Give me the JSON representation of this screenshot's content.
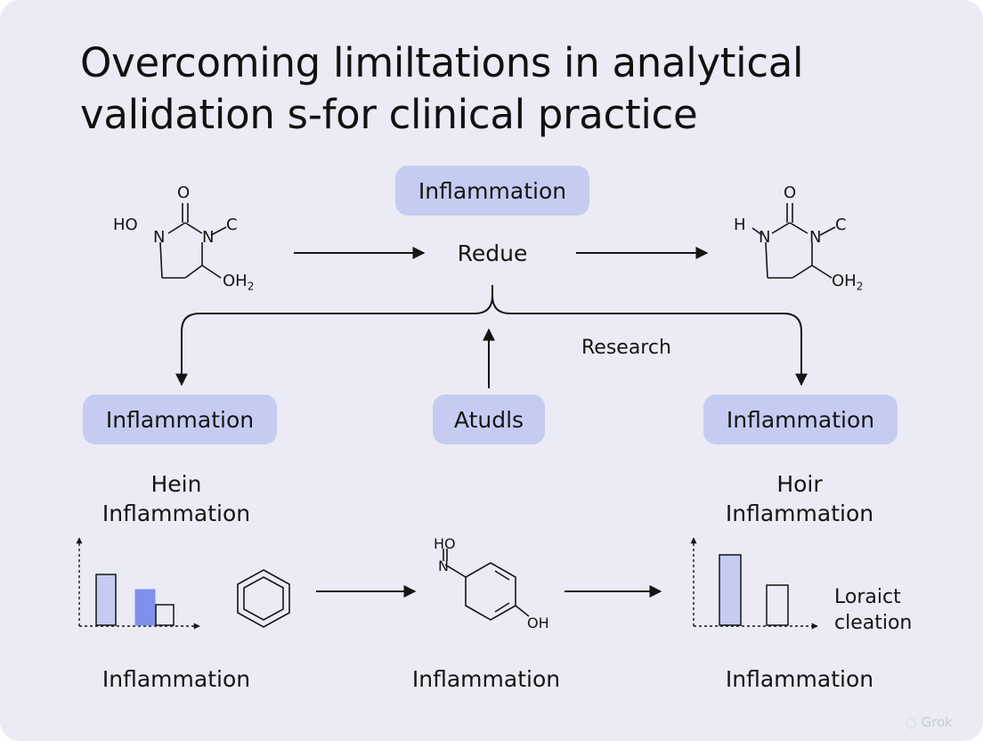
{
  "title_line1": "Overcoming limiltations in analytical",
  "title_line2": "validation s-for clinical practice",
  "top_pill": "Inflammation",
  "center_node": "Redue",
  "research_label": "Research",
  "pills": {
    "left": "Inflammation",
    "middle": "Atudls",
    "right": "Inflammation"
  },
  "left_caption": {
    "line1": "Hein",
    "line2": "Inflammation"
  },
  "right_caption": {
    "line1": "Hoir",
    "line2": "Inflammation"
  },
  "chart_side_label": {
    "line1": "Loraict",
    "line2": "cleation"
  },
  "bottom_labels": {
    "left": "Inflammation",
    "middle": "Inflammation",
    "right": "Inflammation"
  },
  "molecule_left": {
    "o": "O",
    "ho": "HO",
    "n1": "N",
    "n2": "N",
    "c": "C",
    "oh2": "OH",
    "sub2": "2"
  },
  "molecule_right": {
    "o": "O",
    "h": "H",
    "n1": "N",
    "n2": "N",
    "c": "C",
    "oh2": "OH",
    "sub2": "2"
  },
  "molecule_bottom": {
    "ho": "HO",
    "n": "N",
    "oh": "OH"
  },
  "watermark": "Grok",
  "colors": {
    "background": "#eaebf4",
    "pill": "#c6ccf1",
    "bar_light": "#c6ccf1",
    "bar_dark": "#7f90ec",
    "ink": "#151515"
  },
  "icons": {
    "watermark_icon": "grok-logo-icon"
  }
}
